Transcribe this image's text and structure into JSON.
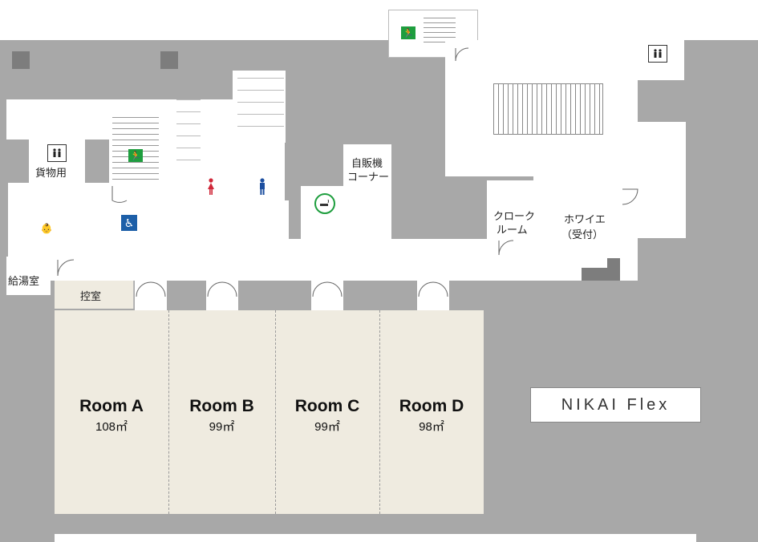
{
  "brand": {
    "name": "NIKAI Flex"
  },
  "rooms": [
    {
      "id": "a",
      "name": "Room A",
      "area": "108㎡"
    },
    {
      "id": "b",
      "name": "Room B",
      "area": "99㎡"
    },
    {
      "id": "c",
      "name": "Room C",
      "area": "99㎡"
    },
    {
      "id": "d",
      "name": "Room D",
      "area": "98㎡"
    }
  ],
  "labels": {
    "freight_elevator": "貨物用",
    "kitchenette": "給湯室",
    "waiting_room": "控室",
    "vending_line1": "自販機",
    "vending_line2": "コーナー",
    "cloak_line1": "クローク",
    "cloak_line2": "ルーム",
    "foyer_line1": "ホワイエ",
    "foyer_line2": "（受付）"
  },
  "icons": [
    "emergency-exit-icon",
    "elevator-icon",
    "accessible-toilet-icon",
    "womens-toilet-icon",
    "mens-toilet-icon",
    "smoking-area-icon",
    "baby-care-icon"
  ],
  "colors": {
    "wall_gray": "#a8a8a8",
    "room_fill": "#efebe0",
    "exit_green": "#1e9e3e",
    "accessible_blue": "#1d5fa8",
    "womens_red": "#d0283a",
    "mens_blue": "#1d4fa0",
    "baby_pink": "#e86a8a"
  }
}
